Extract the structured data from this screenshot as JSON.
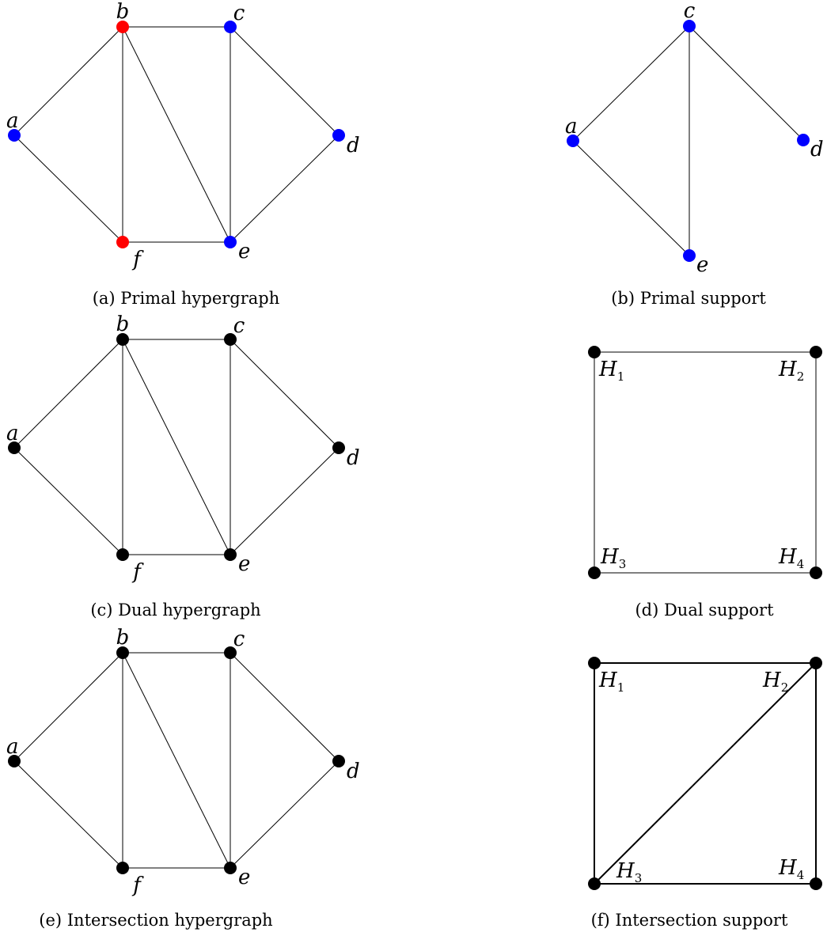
{
  "panels": [
    {
      "id": "a",
      "caption": "(a) Primal hypergraph",
      "nodes": [
        {
          "id": "a",
          "label": "a",
          "color": "#0000ff"
        },
        {
          "id": "b",
          "label": "b",
          "color": "#ff0000"
        },
        {
          "id": "c",
          "label": "c",
          "color": "#0000ff"
        },
        {
          "id": "d",
          "label": "d",
          "color": "#0000ff"
        },
        {
          "id": "e",
          "label": "e",
          "color": "#0000ff"
        },
        {
          "id": "f",
          "label": "f",
          "color": "#ff0000"
        }
      ],
      "edges": [
        [
          "a",
          "b"
        ],
        [
          "a",
          "f"
        ],
        [
          "b",
          "c"
        ],
        [
          "b",
          "f"
        ],
        [
          "b",
          "e"
        ],
        [
          "c",
          "e"
        ],
        [
          "c",
          "d"
        ],
        [
          "d",
          "e"
        ],
        [
          "f",
          "e"
        ]
      ]
    },
    {
      "id": "b",
      "caption": "(b) Primal support",
      "nodes": [
        {
          "id": "a",
          "label": "a",
          "color": "#0000ff"
        },
        {
          "id": "c",
          "label": "c",
          "color": "#0000ff"
        },
        {
          "id": "d",
          "label": "d",
          "color": "#0000ff"
        },
        {
          "id": "e",
          "label": "e",
          "color": "#0000ff"
        }
      ],
      "edges": [
        [
          "a",
          "c"
        ],
        [
          "a",
          "e"
        ],
        [
          "c",
          "e"
        ],
        [
          "c",
          "d"
        ]
      ]
    },
    {
      "id": "c",
      "caption": "(c) Dual hypergraph",
      "nodes": [
        {
          "id": "a",
          "label": "a",
          "color": "#000000"
        },
        {
          "id": "b",
          "label": "b",
          "color": "#000000"
        },
        {
          "id": "c",
          "label": "c",
          "color": "#000000"
        },
        {
          "id": "d",
          "label": "d",
          "color": "#000000"
        },
        {
          "id": "e",
          "label": "e",
          "color": "#000000"
        },
        {
          "id": "f",
          "label": "f",
          "color": "#000000"
        }
      ],
      "edges": [
        [
          "a",
          "b"
        ],
        [
          "a",
          "f"
        ],
        [
          "b",
          "c"
        ],
        [
          "b",
          "f"
        ],
        [
          "b",
          "e"
        ],
        [
          "c",
          "e"
        ],
        [
          "c",
          "d"
        ],
        [
          "d",
          "e"
        ],
        [
          "f",
          "e"
        ]
      ]
    },
    {
      "id": "d",
      "caption": "(d) Dual support",
      "nodes": [
        {
          "id": "H1",
          "label": "H",
          "sub": "1",
          "color": "#000000"
        },
        {
          "id": "H2",
          "label": "H",
          "sub": "2",
          "color": "#000000"
        },
        {
          "id": "H3",
          "label": "H",
          "sub": "3",
          "color": "#000000"
        },
        {
          "id": "H4",
          "label": "H",
          "sub": "4",
          "color": "#000000"
        }
      ],
      "edges": [
        [
          "H1",
          "H2"
        ],
        [
          "H1",
          "H3"
        ],
        [
          "H2",
          "H4"
        ],
        [
          "H3",
          "H4"
        ]
      ]
    },
    {
      "id": "e",
      "caption": "(e) Intersection hypergraph",
      "nodes": [
        {
          "id": "a",
          "label": "a",
          "color": "#000000"
        },
        {
          "id": "b",
          "label": "b",
          "color": "#000000"
        },
        {
          "id": "c",
          "label": "c",
          "color": "#000000"
        },
        {
          "id": "d",
          "label": "d",
          "color": "#000000"
        },
        {
          "id": "e",
          "label": "e",
          "color": "#000000"
        },
        {
          "id": "f",
          "label": "f",
          "color": "#000000"
        }
      ],
      "edges": [
        [
          "a",
          "b"
        ],
        [
          "a",
          "f"
        ],
        [
          "b",
          "c"
        ],
        [
          "b",
          "f"
        ],
        [
          "b",
          "e"
        ],
        [
          "c",
          "e"
        ],
        [
          "c",
          "d"
        ],
        [
          "d",
          "e"
        ],
        [
          "f",
          "e"
        ]
      ]
    },
    {
      "id": "f",
      "caption": "(f) Intersection support",
      "nodes": [
        {
          "id": "H1",
          "label": "H",
          "sub": "1",
          "color": "#000000"
        },
        {
          "id": "H2",
          "label": "H",
          "sub": "2",
          "color": "#000000"
        },
        {
          "id": "H3",
          "label": "H",
          "sub": "3",
          "color": "#000000"
        },
        {
          "id": "H4",
          "label": "H",
          "sub": "4",
          "color": "#000000"
        }
      ],
      "edges": [
        [
          "H1",
          "H2"
        ],
        [
          "H1",
          "H3"
        ],
        [
          "H2",
          "H4"
        ],
        [
          "H3",
          "H4"
        ],
        [
          "H3",
          "H2"
        ]
      ]
    }
  ]
}
